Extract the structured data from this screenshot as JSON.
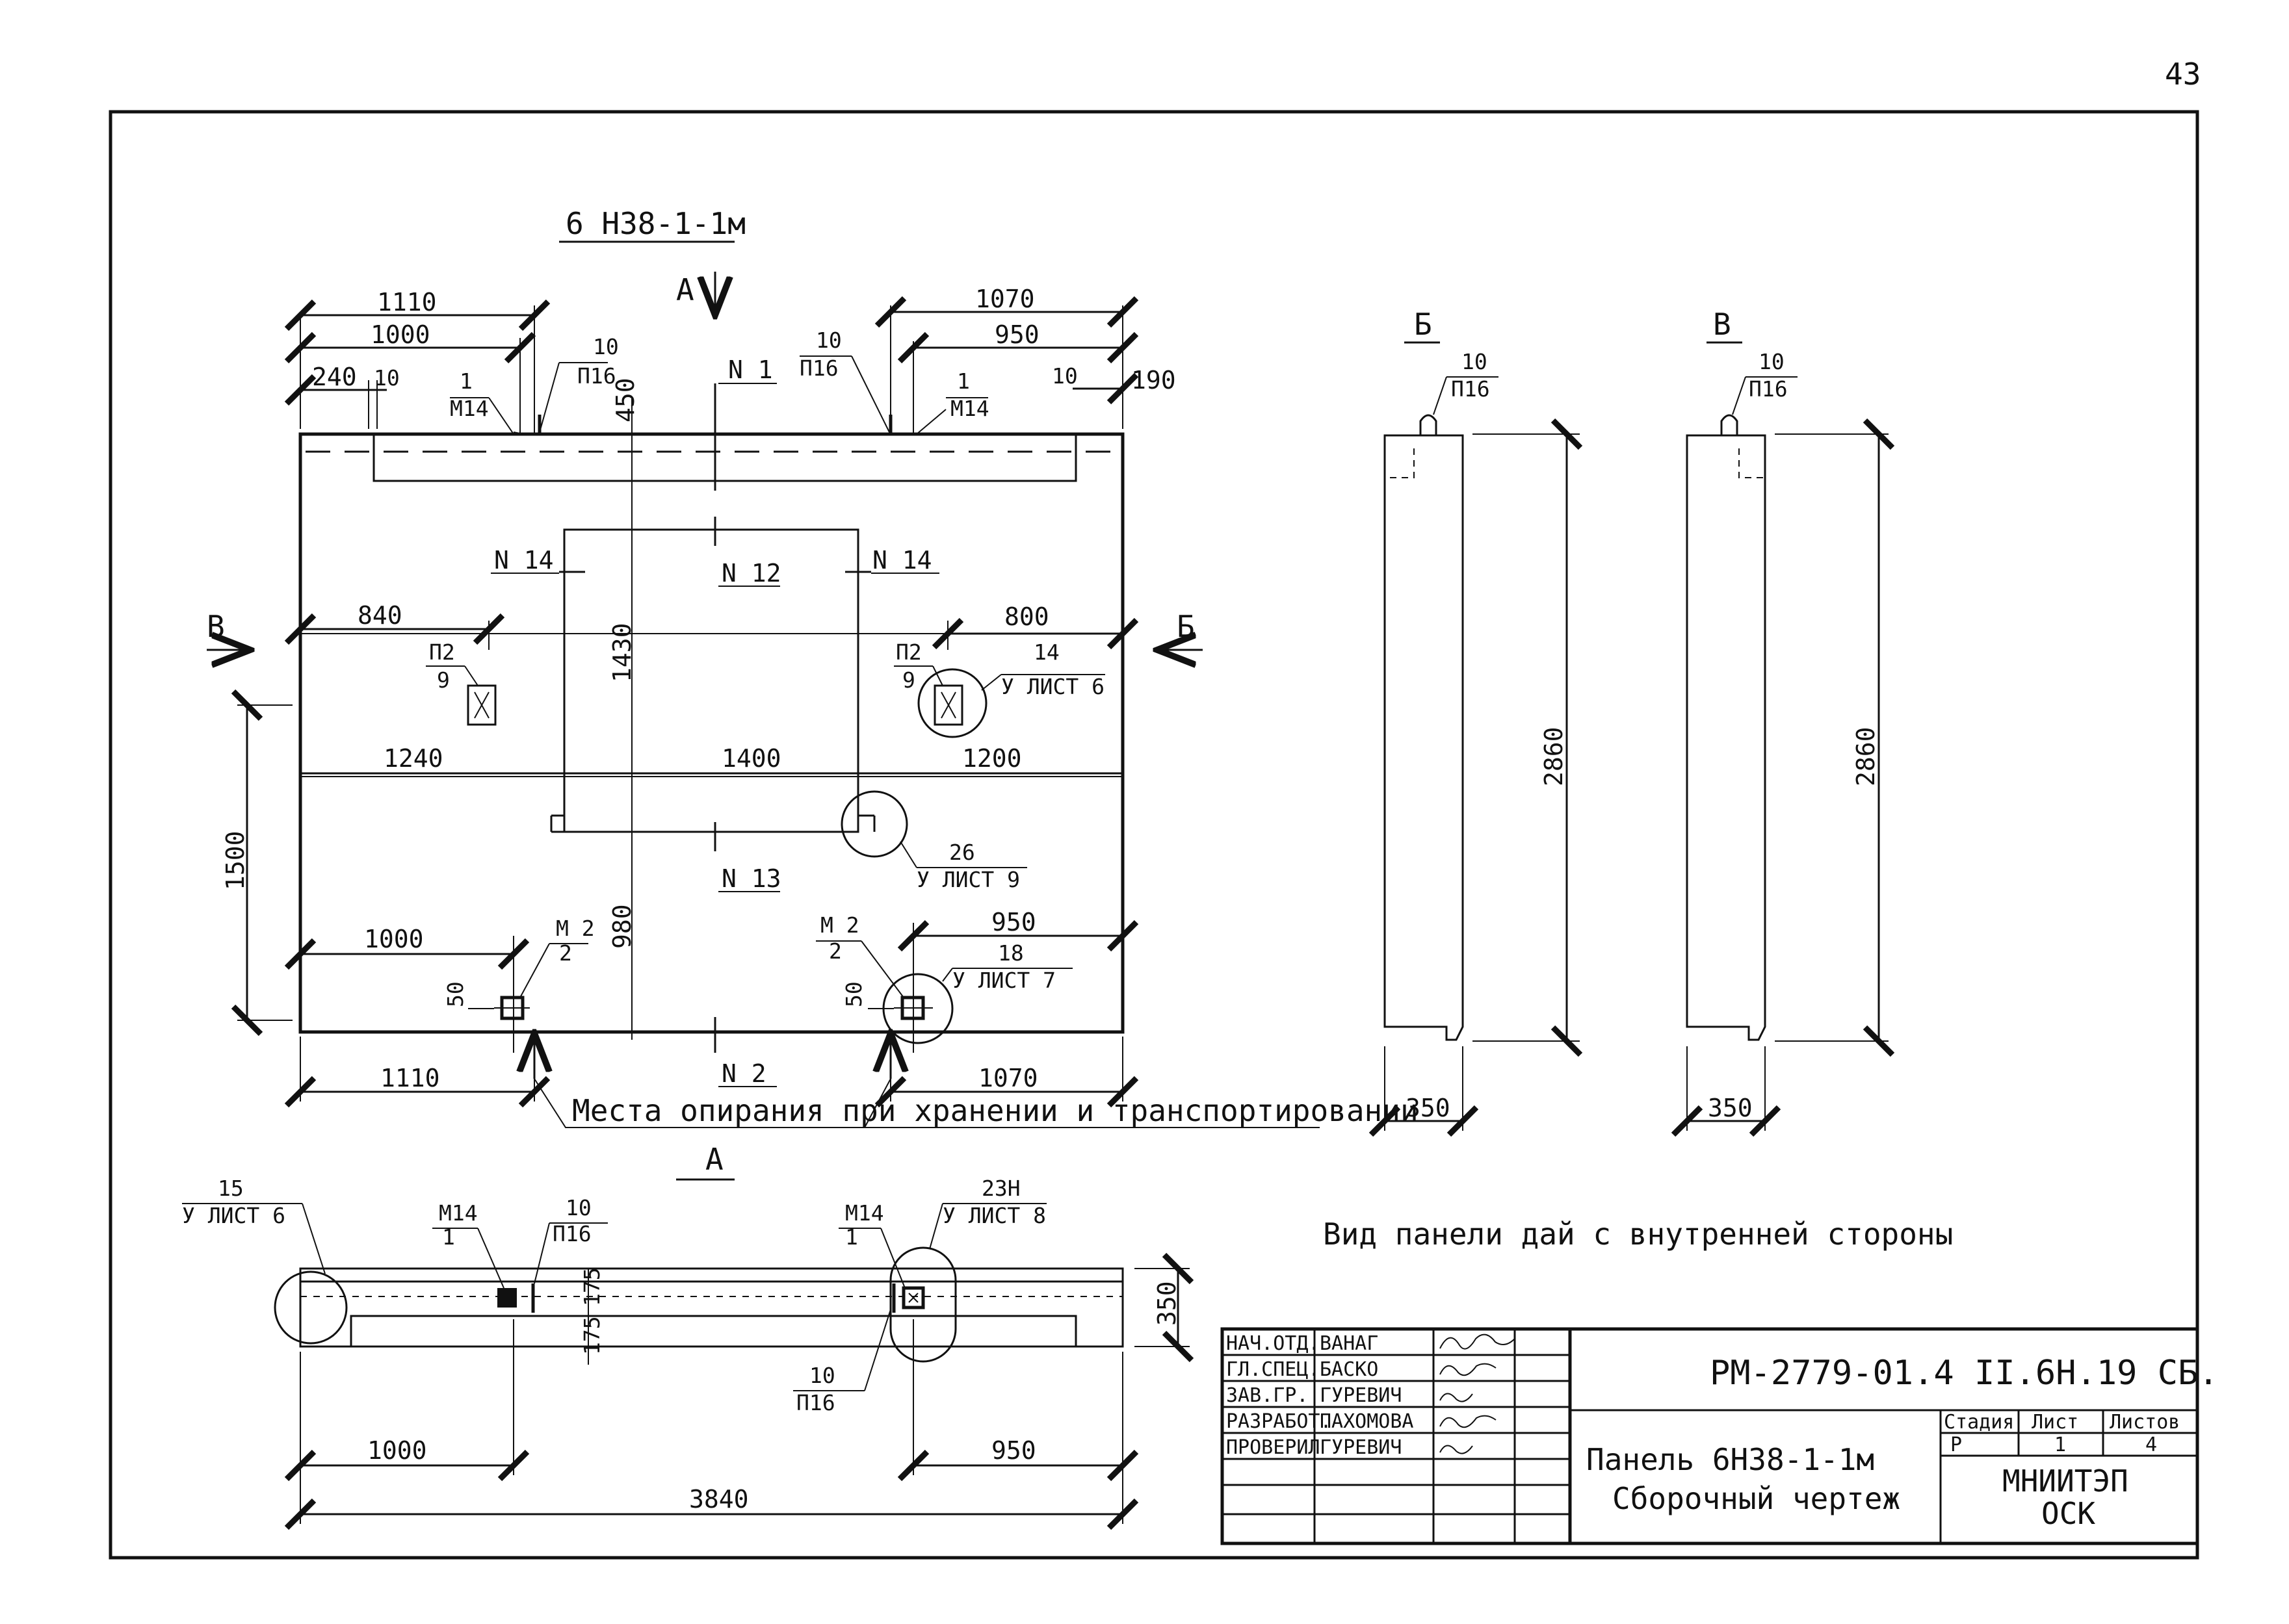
{
  "page_number": "43",
  "plan": {
    "title": "6 Н38-1-1м",
    "section_a_mark": "А",
    "view_b_arrow": "В",
    "view_v_arrow": "Б",
    "dims": {
      "d1110_top": "1110",
      "d1000_top": "1000",
      "d240": "240",
      "d10_left": "10",
      "d1070_top": "1070",
      "d950_top": "950",
      "d10_right": "10",
      "d190": "190",
      "d450": "450",
      "d840": "840",
      "d800": "800",
      "d1430": "1430",
      "d1240": "1240",
      "d1400": "1400",
      "d1200": "1200",
      "d1500": "1500",
      "d980": "980",
      "d1000_bot": "1000",
      "d950_bot": "950",
      "d50_left": "50",
      "d50_right": "50",
      "d1110_bot": "1110",
      "d1070_bot": "1070"
    },
    "labels": {
      "n1": "N 1",
      "n12": "N 12",
      "n13": "N 13",
      "n14_left": "N 14",
      "n14_right": "N 14",
      "n2": "N 2",
      "p16_left_num": "10",
      "p16_left_den": "П16",
      "p16_mid_num": "10",
      "p16_mid_den": "П16",
      "m14_left_num": "1",
      "m14_left_den": "М14",
      "m14_right_num": "1",
      "m14_right_den": "М14",
      "p2_left_num": "П2",
      "p2_left_den": "9",
      "p2_right_num": "П2",
      "p2_right_den": "9",
      "ref14_num": "14",
      "ref14_den": "У ЛИСТ 6",
      "ref26_num": "26",
      "ref26_den": "У ЛИСТ 9",
      "m2_left_num": "М 2",
      "m2_left_den": "2",
      "m2_right_num": "М 2",
      "m2_right_den": "2",
      "ref18_num": "18",
      "ref18_den": "У ЛИСТ 7"
    },
    "support_note": "Места опирания при хранении и транспортировании"
  },
  "view_b": {
    "mark": "Б",
    "ref_num": "10",
    "ref_den": "П16",
    "height": "2860",
    "width": "350"
  },
  "view_v": {
    "mark": "В",
    "ref_num": "10",
    "ref_den": "П16",
    "height": "2860",
    "width": "350"
  },
  "section_a": {
    "title": "А",
    "ref15_num": "15",
    "ref15_den": "У ЛИСТ 6",
    "m14_left_num": "М14",
    "m14_left_den": "1",
    "p16_left_num": "10",
    "p16_left_den": "П16",
    "m14_right_num": "М14",
    "m14_right_den": "1",
    "ref23_num": "23Н",
    "ref23_den": "У ЛИСТ 8",
    "p16_bot_num": "10",
    "p16_bot_den": "П16",
    "d175_top": "175",
    "d175_bot": "175",
    "d350": "350",
    "d1000": "1000",
    "d950": "950",
    "d3840": "3840"
  },
  "inner_view_caption": "Вид панели дай с внутренней стороны",
  "title_block": {
    "doc_code": "РМ-2779-01.4 II.6Н.19 СБ.",
    "name_line1": "Панель 6Н38-1-1м",
    "name_line2": "Сборочный чертеж",
    "col_stage": "Стадия",
    "col_sheet": "Лист",
    "col_sheets": "Листов",
    "stage": "Р",
    "sheet": "1",
    "sheets": "4",
    "org_line1": "МНИИТЭП",
    "org_line2": "ОСК",
    "rows": [
      {
        "role": "НАЧ.ОТД.",
        "name": "ВАНАГ"
      },
      {
        "role": "ГЛ.СПЕЦ.",
        "name": "БАСКО"
      },
      {
        "role": "ЗАВ.ГР.",
        "name": "ГУРЕВИЧ"
      },
      {
        "role": "РАЗРАБОТ.",
        "name": "ПАХОМОВА"
      },
      {
        "role": "ПРОВЕРИЛ",
        "name": "ГУРЕВИЧ"
      }
    ]
  }
}
